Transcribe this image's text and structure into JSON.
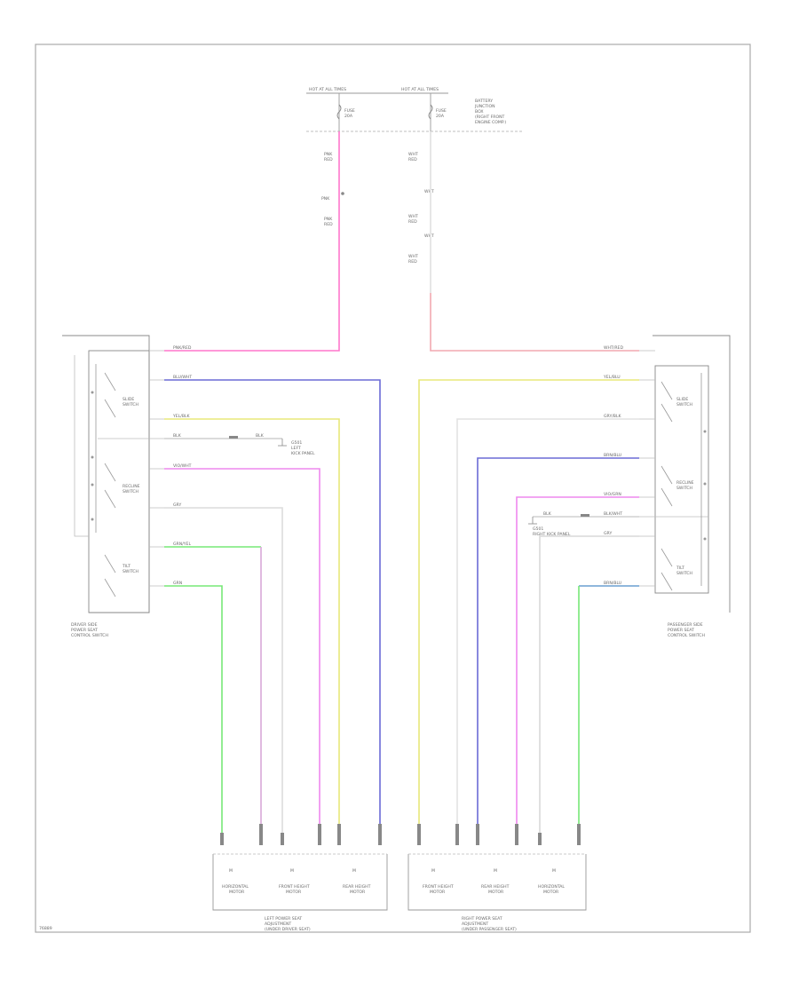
{
  "colors": {
    "pink": "#ff77cc",
    "lightred": "#f2a8b0",
    "blue": "#6b6bd6",
    "yellow": "#e8e87a",
    "magenta": "#ee88ee",
    "green": "#77e877",
    "greenblue": "#6a9fd0",
    "gray": "#c8c8c8"
  },
  "labels": {
    "top_fuse_left": "HOT AT ALL TIMES",
    "top_fuse_mid": "HOT AT ALL TIMES",
    "fuse_l_1": "FUSE",
    "fuse_l_2": "20A",
    "fuse_m_1": "FUSE",
    "fuse_m_2": "20A",
    "battery_1": "BATTERY",
    "battery_2": "JUNCTION",
    "battery_3": "BOX",
    "battery_4": "(RIGHT FRONT",
    "battery_5": "ENGINE COMP.)",
    "w_pnk_1": "PNK",
    "w_pnk_2": "RED",
    "w_pnk_3": "PNK",
    "w_pnk_4": "RED",
    "w_wht_1": "WHT",
    "w_wht_2": "RED",
    "w_wht_3": "WHT",
    "w_wht_4": "RED",
    "w_wht_5": "WHT",
    "w_wht_6": "RED",
    "left_out_1": "PNK/RED",
    "left_out_2": "BLU/WHT",
    "left_out_3": "YEL/BLK",
    "left_out_4": "BLK",
    "left_out_5": "BLK",
    "left_out_6": "VIO/WHT",
    "left_out_7": "GRY",
    "left_out_8": "GRN/YEL",
    "left_out_9": "GRN",
    "left_ground_1": "G501",
    "left_ground_2": "LEFT",
    "left_ground_3": "KICK PANEL",
    "left_sw_1": "SLIDE",
    "left_sw_2": "SWITCH",
    "left_sw_3": "RECLINE",
    "left_sw_4": "SWITCH",
    "left_sw_5": "TILT",
    "left_sw_6": "SWITCH",
    "left_sw_title_1": "DRIVER SIDE",
    "left_sw_title_2": "POWER SEAT",
    "left_sw_title_3": "CONTROL SWITCH",
    "right_out_1": "WHT/RED",
    "right_out_2": "YEL/BLU",
    "right_out_3": "GRY/BLK",
    "right_out_4": "BRN/BLU",
    "right_out_5": "VIO/GRN",
    "right_out_6": "BLK/WHT",
    "right_out_7": "BLK",
    "right_out_8": "GRY",
    "right_out_9": "BRN/BLU",
    "right_ground_1": "G501",
    "right_ground_2": "RIGHT KICK PANEL",
    "right_sw_1": "SLIDE",
    "right_sw_2": "SWITCH",
    "right_sw_3": "RECLINE",
    "right_sw_4": "SWITCH",
    "right_sw_5": "TILT",
    "right_sw_6": "SWITCH",
    "right_sw_title_1": "PASSENGER SIDE",
    "right_sw_title_2": "POWER SEAT",
    "right_sw_title_3": "CONTROL SWITCH",
    "motor_l1_1": "HORIZONTAL",
    "motor_l1_2": "MOTOR",
    "motor_l2_1": "FRONT HEIGHT",
    "motor_l2_2": "MOTOR",
    "motor_l3_1": "REAR HEIGHT",
    "motor_l3_2": "MOTOR",
    "motor_r1_1": "FRONT HEIGHT",
    "motor_r1_2": "MOTOR",
    "motor_r2_1": "REAR HEIGHT",
    "motor_r2_2": "MOTOR",
    "motor_r3_1": "HORIZONTAL",
    "motor_r3_2": "MOTOR",
    "left_unit_1": "LEFT POWER SEAT",
    "left_unit_2": "ADJUSTMENT",
    "left_unit_3": "(UNDER DRIVER SEAT)",
    "right_unit_1": "RIGHT POWER SEAT",
    "right_unit_2": "ADJUSTMENT",
    "right_unit_3": "(UNDER PASSENGER SEAT)",
    "corner_code": "76889"
  }
}
